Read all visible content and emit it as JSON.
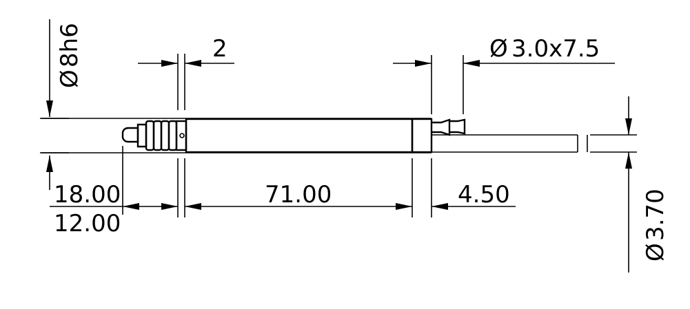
{
  "drawing": {
    "dimensions": {
      "diameter_main": "8h6",
      "width_small": "2",
      "hose_spec": "3.0x7.5",
      "length_a": "18.00",
      "length_b": "12.00",
      "length_body": "71.00",
      "length_fitting": "4.50",
      "diameter_cable": "3.70"
    },
    "diameter_symbol": "Ø"
  }
}
